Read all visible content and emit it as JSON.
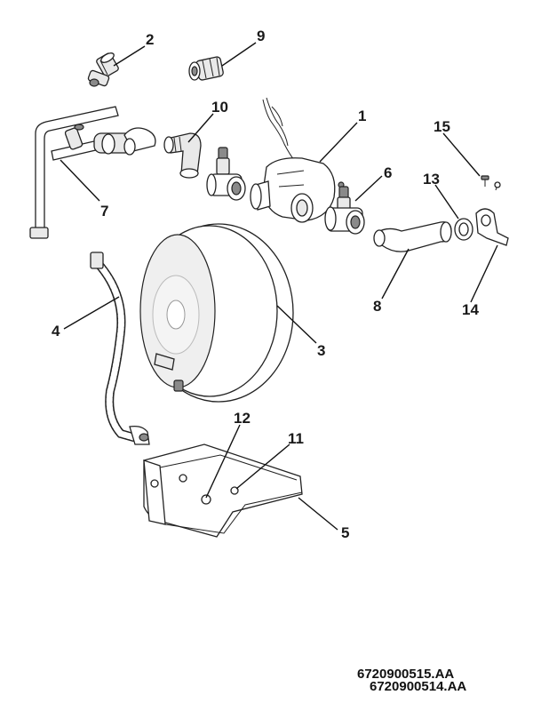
{
  "labels": {
    "p1": "1",
    "p2": "2",
    "p3": "3",
    "p4": "4",
    "p5": "5",
    "p6": "6",
    "p7": "7",
    "p8": "8",
    "p9": "9",
    "p10": "10",
    "p11": "11",
    "p12": "12",
    "p13": "13",
    "p14": "14",
    "p15": "15"
  },
  "doc_ids": {
    "back": "6720900515.AA",
    "front": "6720900514.AA"
  }
}
